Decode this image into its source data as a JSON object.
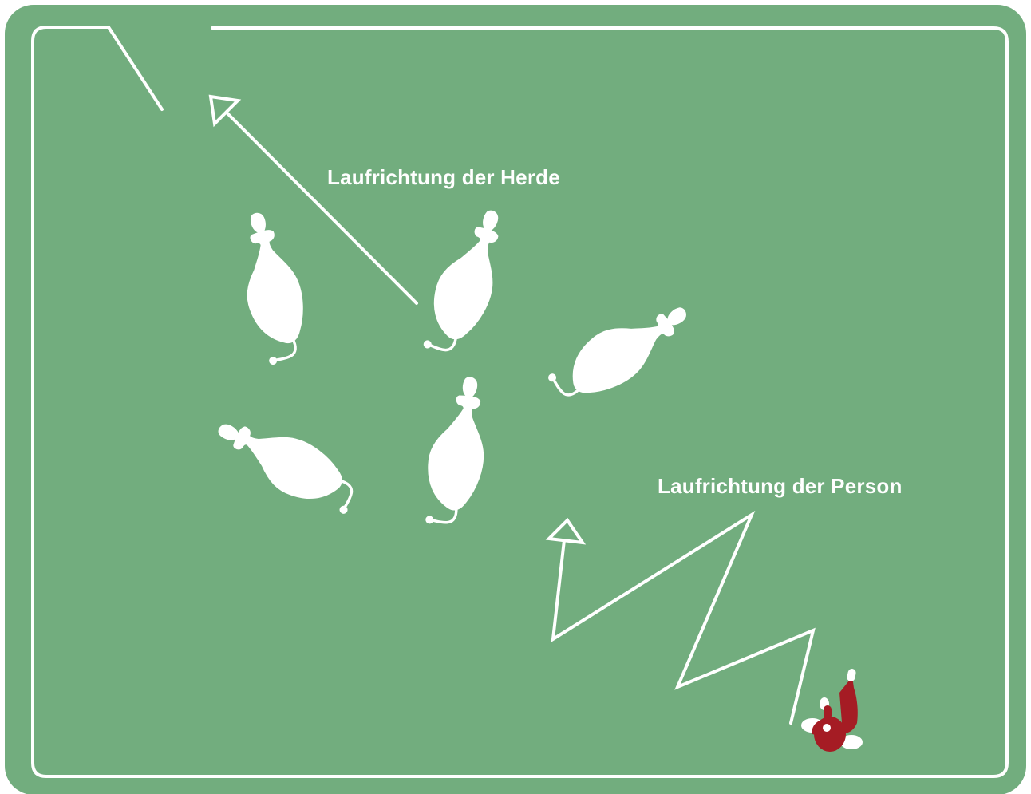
{
  "labels": {
    "herd_direction": "Laufrichtung der Herde",
    "person_direction": "Laufrichtung der Person"
  },
  "colors": {
    "pasture": "#72ad7e",
    "lines": "#ffffff",
    "cattle": "#ffffff",
    "person_jacket": "#a51c24"
  },
  "icons": {
    "cattle": "cow-topview-icon",
    "person": "person-topview-icon",
    "gate": "gate-opening"
  }
}
